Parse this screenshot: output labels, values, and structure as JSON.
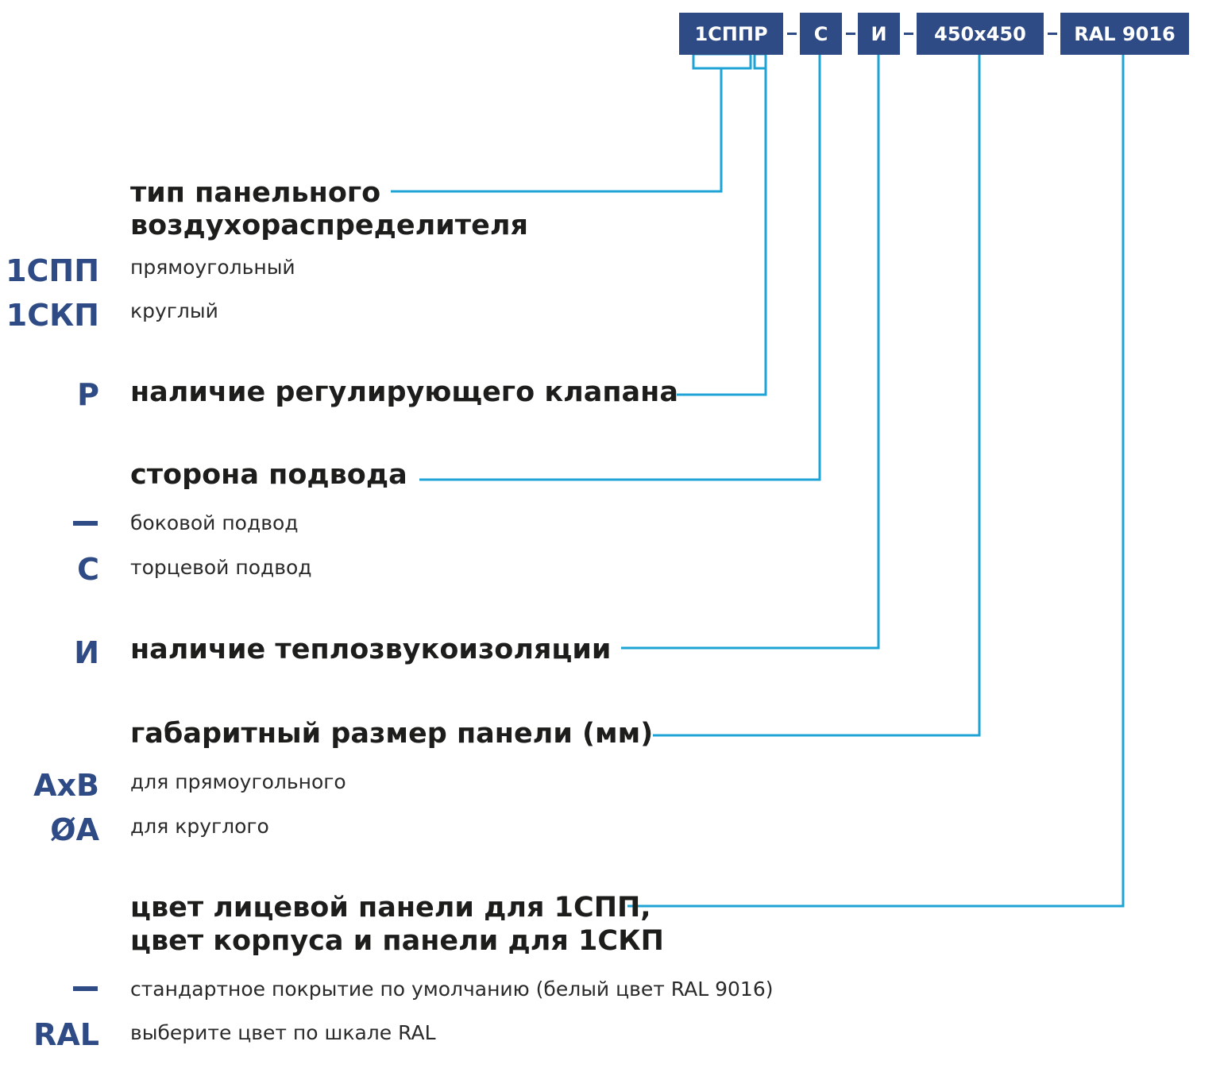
{
  "colors": {
    "accent": "#2f4b85",
    "connector": "#1ea3d4",
    "text": "#1d1d1b"
  },
  "code_string": {
    "type": "1СППР",
    "side": "С",
    "insulation": "И",
    "size": "450x450",
    "color": "RAL 9016"
  },
  "sections": {
    "type": {
      "heading": [
        "тип панельного",
        "воздухораспределителя"
      ],
      "options": [
        {
          "code": "1СПП",
          "label": "прямоугольный"
        },
        {
          "code": "1СКП",
          "label": "круглый"
        }
      ]
    },
    "valve": {
      "code": "Р",
      "heading": "наличие регулирующего клапана"
    },
    "side": {
      "heading": "сторона подвода",
      "options": [
        {
          "code": "dash",
          "label": "боковой подвод"
        },
        {
          "code": "С",
          "label": "торцевой подвод"
        }
      ]
    },
    "insulation": {
      "code": "И",
      "heading": "наличие теплозвукоизоляции"
    },
    "size": {
      "heading": "габаритный размер панели (мм)",
      "options": [
        {
          "code": "АхВ",
          "label": "для прямоугольного"
        },
        {
          "code": "ØА",
          "label": "для круглого"
        }
      ]
    },
    "color": {
      "heading": [
        "цвет лицевой панели для 1СПП,",
        "цвет корпуса и панели для 1СКП"
      ],
      "options": [
        {
          "code": "dash",
          "label": "стандартное покрытие по умолчанию (белый цвет RAL 9016)"
        },
        {
          "code": "RAL",
          "label": "выберите цвет по шкале RAL"
        }
      ]
    }
  }
}
